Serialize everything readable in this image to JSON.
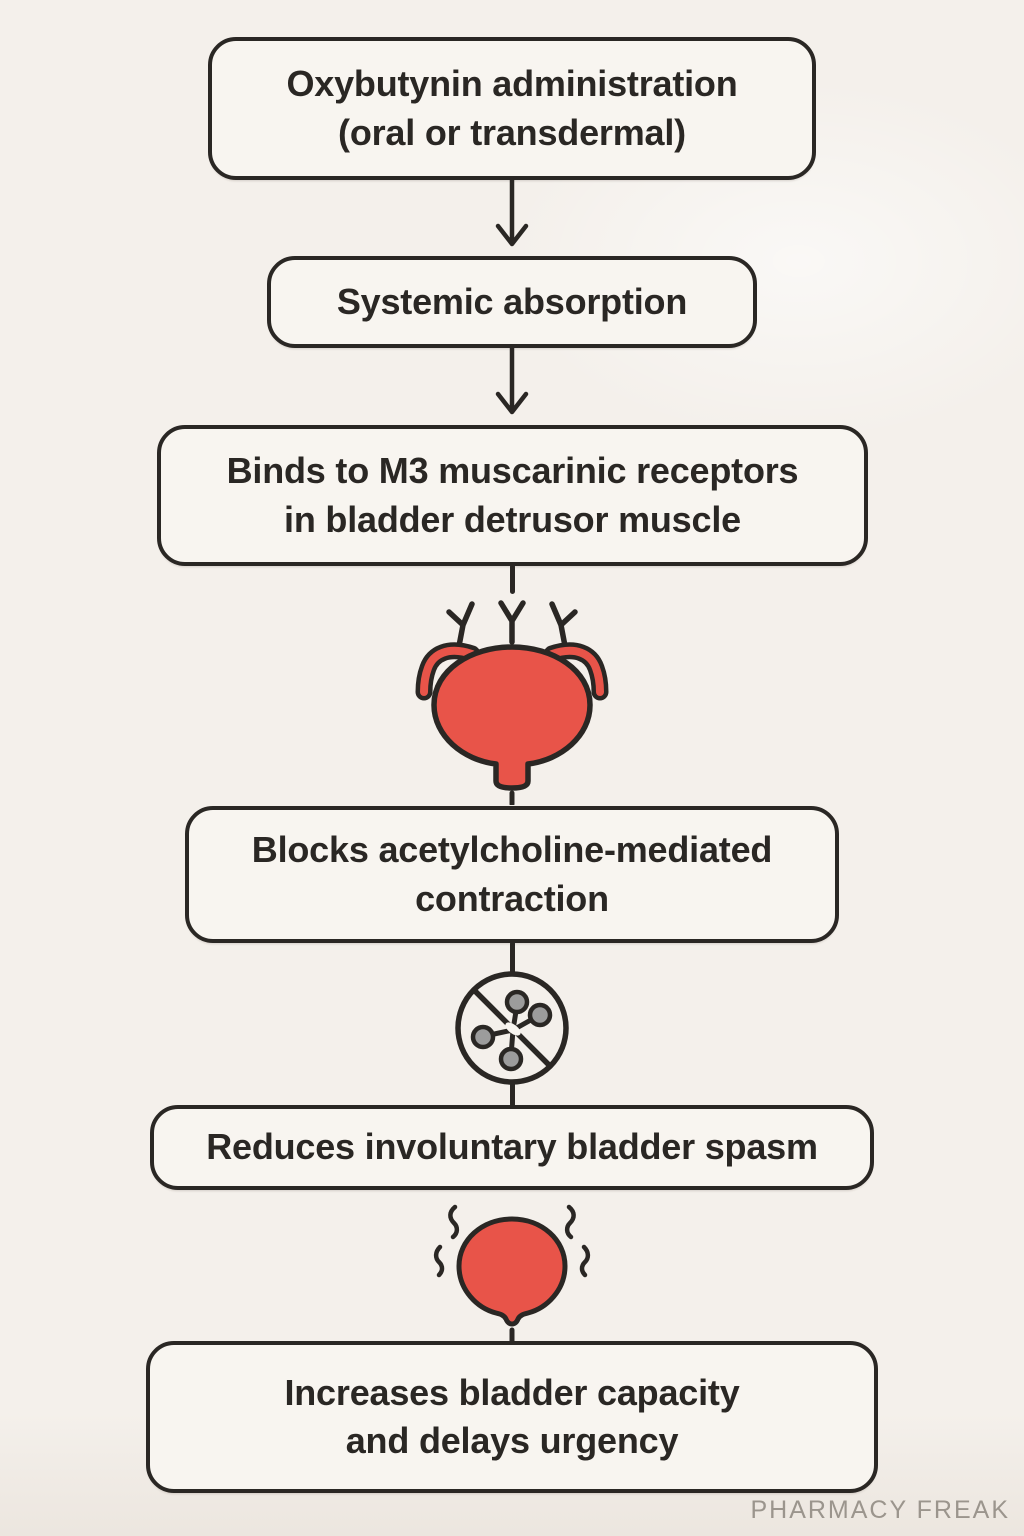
{
  "steps": [
    {
      "label": "Oxybutynin administration\n(oral or transdermal)"
    },
    {
      "label": "Systemic absorption"
    },
    {
      "label": "Binds to M3 muscarinic receptors\nin bladder detrusor muscle"
    },
    {
      "label": "Blocks acetylcholine-mediated\ncontraction"
    },
    {
      "label": "Reduces involuntary bladder spasm"
    },
    {
      "label": "Increases bladder capacity\nand delays urgency"
    }
  ],
  "icons": {
    "step3_icon": "bladder-with-m3-receptors",
    "step4_icon": "crossed-out-acetylcholine-molecule",
    "step5_icon": "relaxed-bladder-with-relief-marks",
    "connectors": "down-arrow"
  },
  "watermark": "PHARMACY FREAK",
  "theme": {
    "paper": "#F4F0EB",
    "box_fill": "#F8F5F0",
    "ink": "#2A2724",
    "accent_red": "#E85449",
    "node_gray": "#9C9C9C",
    "watermark_gray": "#9B958D"
  }
}
